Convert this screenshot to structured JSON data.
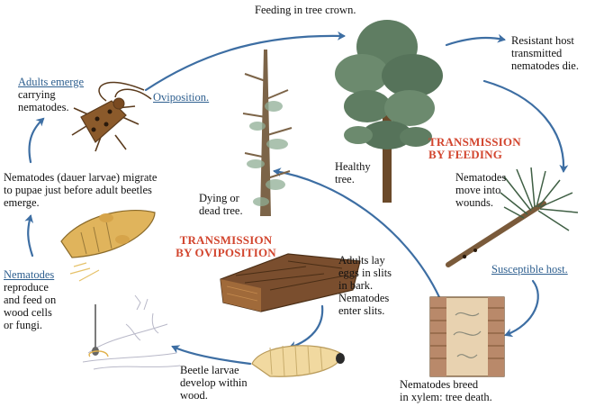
{
  "labels": {
    "feeding_crown": "Feeding in tree crown.",
    "resistant_host": [
      "Resistant host",
      "transmitted",
      "nematodes die."
    ],
    "adults_emerge": "Adults emerge",
    "carrying": [
      "carrying",
      "nematodes."
    ],
    "oviposition": "Oviposition.",
    "transmission_feeding": [
      "TRANSMISSION",
      "BY FEEDING"
    ],
    "healthy_tree": [
      "Healthy",
      "tree."
    ],
    "nematodes_move": [
      "Nematodes",
      "move into",
      "wounds."
    ],
    "dauer_migrate": [
      "Nematodes (dauer larvae) migrate",
      "to pupae just before adult beetles",
      "emerge."
    ],
    "dying_tree": [
      "Dying or",
      "dead tree."
    ],
    "transmission_oviposition": [
      "TRANSMISSION",
      "BY OVIPOSITION"
    ],
    "susceptible_host": "Susceptible host.",
    "nematodes_link": "Nematodes",
    "reproduce": [
      "reproduce",
      "and feed on",
      "wood cells",
      "or fungi."
    ],
    "adults_lay": [
      "Adults lay",
      "eggs in slits",
      "in bark.",
      "Nematodes",
      "enter slits."
    ],
    "beetle_larvae": [
      "Beetle larvae",
      "develop within",
      "wood."
    ],
    "breed_xylem": [
      "Nematodes breed",
      "in xylem: tree death."
    ]
  },
  "colors": {
    "arrow": "#3d6ea3",
    "link_text": "#2e5f8f",
    "transmission_text": "#d2452e",
    "tree_foliage": "#5f7d62",
    "trunk": "#6b4a2a",
    "bark": "#7a4e2e",
    "beetle": "#8b5a2b",
    "pupa": "#e0b45c",
    "larva": "#f1d9a0"
  },
  "icons": [
    "pine-tree-icon",
    "dying-tree-icon",
    "longhorn-beetle-icon",
    "pupa-icon",
    "bark-log-icon",
    "larva-icon",
    "pine-twig-icon",
    "xylem-section-icon",
    "fungal-hyphae-icon"
  ]
}
